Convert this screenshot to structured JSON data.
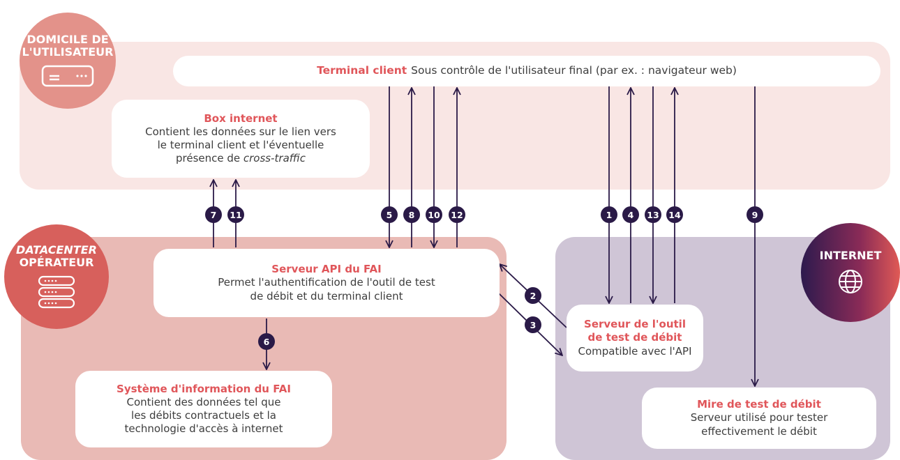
{
  "zones": {
    "home": "DOMICILE DE L'UTILISATEUR",
    "datacenter_line1": "DATACENTER",
    "datacenter_line2": "OPÉRATEUR",
    "internet": "INTERNET"
  },
  "home_label": {
    "line1": "DOMICILE DE",
    "line2": "L'UTILISATEUR"
  },
  "boxes": {
    "terminal": {
      "title": "Terminal client",
      "text": "Sous contrôle de l'utilisateur final (par ex. : navigateur web)"
    },
    "box_internet": {
      "title": "Box internet",
      "line1": "Contient les données sur le lien vers",
      "line2": "le terminal client et l'éventuelle",
      "line3a": "présence de ",
      "line3b": "cross-traffic"
    },
    "api": {
      "title": "Serveur API du FAI",
      "line1": "Permet l'authentification de l'outil de test",
      "line2": "de débit et du terminal client"
    },
    "si": {
      "title": "Système d'information du FAI",
      "line1": "Contient des données tel que",
      "line2": "les débits contractuels et la",
      "line3": "technologie d'accès à internet"
    },
    "test_server": {
      "title1": "Serveur de l'outil",
      "title2": "de test de débit",
      "line1": "Compatible avec l'API"
    },
    "mire": {
      "title": "Mire de test de débit",
      "line1": "Serveur utilisé pour tester",
      "line2": "effectivement le débit"
    }
  },
  "steps": {
    "s1": "1",
    "s2": "2",
    "s3": "3",
    "s4": "4",
    "s5": "5",
    "s6": "6",
    "s7": "7",
    "s8": "8",
    "s9": "9",
    "s10": "10",
    "s11": "11",
    "s12": "12",
    "s13": "13",
    "s14": "14"
  },
  "icons": {
    "home": "router-icon",
    "datacenter": "server-rack-icon",
    "internet": "globe-icon"
  },
  "colors": {
    "title_red": "#e0565a",
    "step_badge": "#2a1a47",
    "arrow": "#2a1a47"
  }
}
